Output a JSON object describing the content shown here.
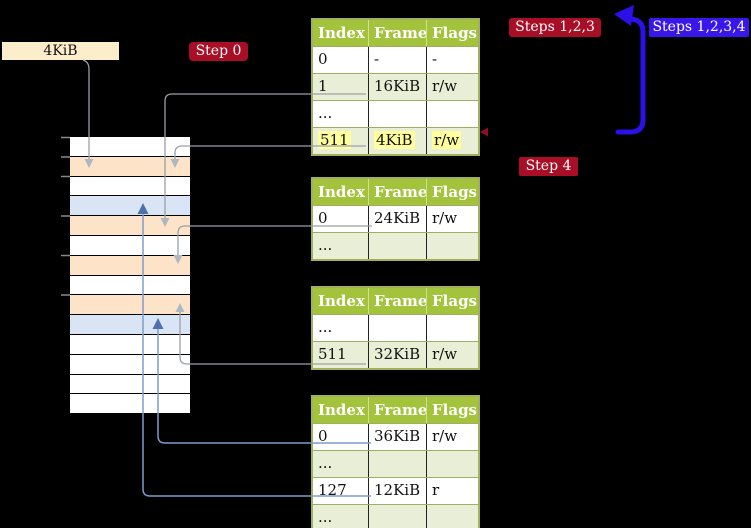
{
  "labels": {
    "frame_size": "4KiB",
    "step0": "Step 0",
    "steps123": "Steps 1,2,3",
    "steps1234": "Steps 1,2,3,4",
    "step4": "Step 4"
  },
  "memory_strip": {
    "row_colors": [
      "white",
      "orange",
      "white",
      "blue",
      "orange",
      "white",
      "orange",
      "white",
      "orange",
      "blue",
      "white",
      "white",
      "white",
      "white"
    ]
  },
  "tables": [
    {
      "name": "page-table-1",
      "headers": [
        "Index",
        "Frame",
        "Flags"
      ],
      "rows": [
        [
          "0",
          "-",
          "-"
        ],
        [
          "1",
          "16KiB",
          "r/w"
        ],
        [
          "...",
          "",
          ""
        ],
        [
          "511",
          "4KiB",
          "r/w"
        ]
      ],
      "highlight_row": 3
    },
    {
      "name": "page-table-2",
      "headers": [
        "Index",
        "Frame",
        "Flags"
      ],
      "rows": [
        [
          "0",
          "24KiB",
          "r/w"
        ],
        [
          "...",
          "",
          ""
        ]
      ]
    },
    {
      "name": "page-table-3",
      "headers": [
        "Index",
        "Frame",
        "Flags"
      ],
      "rows": [
        [
          "...",
          "",
          ""
        ],
        [
          "511",
          "32KiB",
          "r/w"
        ]
      ]
    },
    {
      "name": "page-table-4",
      "headers": [
        "Index",
        "Frame",
        "Flags"
      ],
      "rows": [
        [
          "0",
          "36KiB",
          "r/w"
        ],
        [
          "...",
          "",
          ""
        ],
        [
          "127",
          "12KiB",
          "r"
        ],
        [
          "...",
          "",
          ""
        ]
      ]
    }
  ],
  "colors": {
    "background": "#000000",
    "badge_red": "#a90e27",
    "badge_blue": "#3a17e9",
    "big_arrow_blue": "#2b10e8",
    "table_header_green": "#a4c33c",
    "table_row_green": "#e9efd6",
    "table_border": "#a2b05c",
    "strip_orange": "#fde3c8",
    "strip_blue": "#d9e5f5",
    "size_box_tan": "#fdeecb",
    "highlight_yellow": "#ffff9e",
    "gray_connector": "#9aa0a6",
    "blue_connector": "#7e9bcc"
  }
}
